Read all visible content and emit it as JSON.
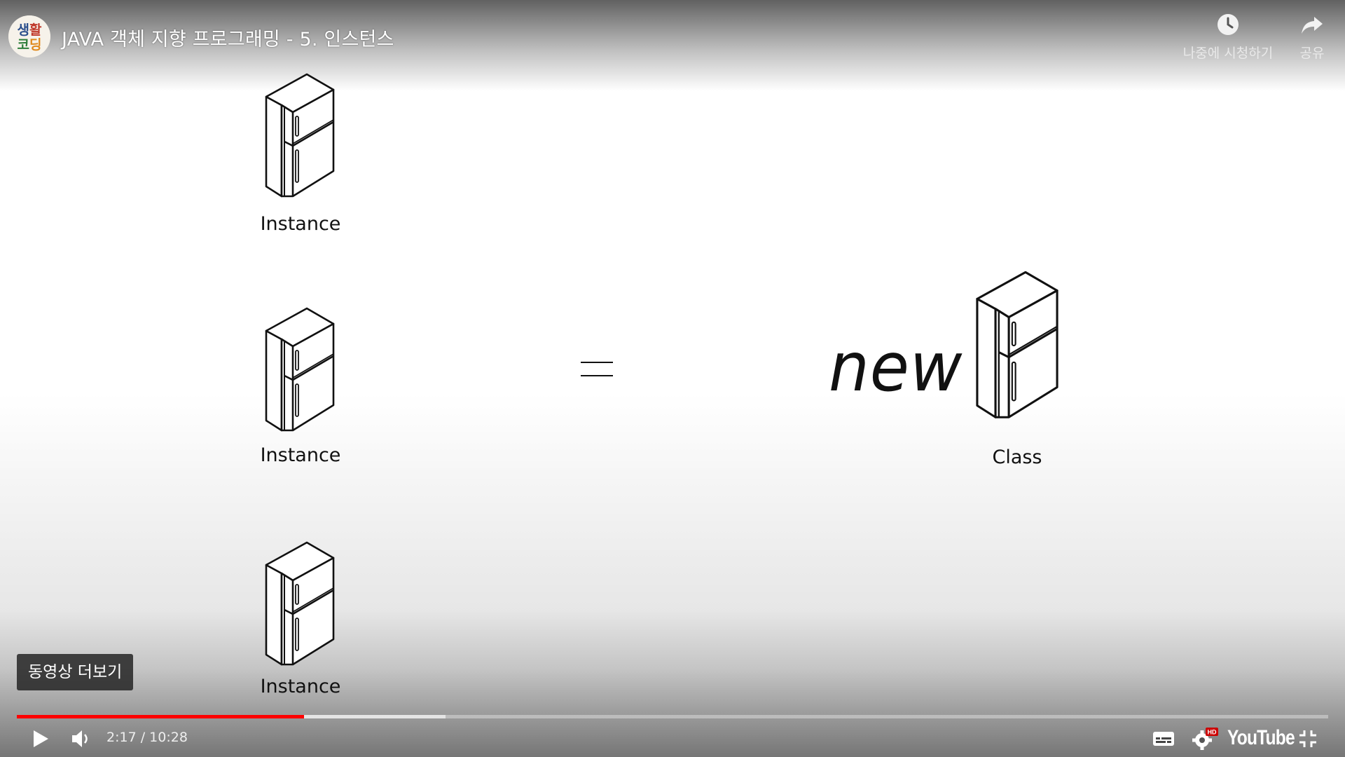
{
  "header": {
    "channel_avatar_text": "생활 코딩",
    "title": "JAVA 객체 지향 프로그래밍 - 5. 인스턴스",
    "watch_later_label": "나중에 시청하기",
    "share_label": "공유"
  },
  "slide": {
    "instance_labels": [
      "Instance",
      "Instance",
      "Instance"
    ],
    "equals_symbol": "=",
    "new_keyword": "new",
    "class_label": "Class"
  },
  "overlay": {
    "more_videos_label": "동영상 더보기"
  },
  "player": {
    "current_time": "2:17",
    "duration": "10:28",
    "time_display": "2:17 / 10:28",
    "played_fraction": 0.219,
    "buffered_fraction": 0.327,
    "quality_badge": "HD",
    "brand_text": "YouTube",
    "colors": {
      "progress": "#ff0000",
      "hd_badge": "#cc0000"
    },
    "icons": [
      "play-icon",
      "volume-icon",
      "subtitles-icon",
      "settings-icon",
      "youtube-logo",
      "exit-fullscreen-icon"
    ]
  }
}
